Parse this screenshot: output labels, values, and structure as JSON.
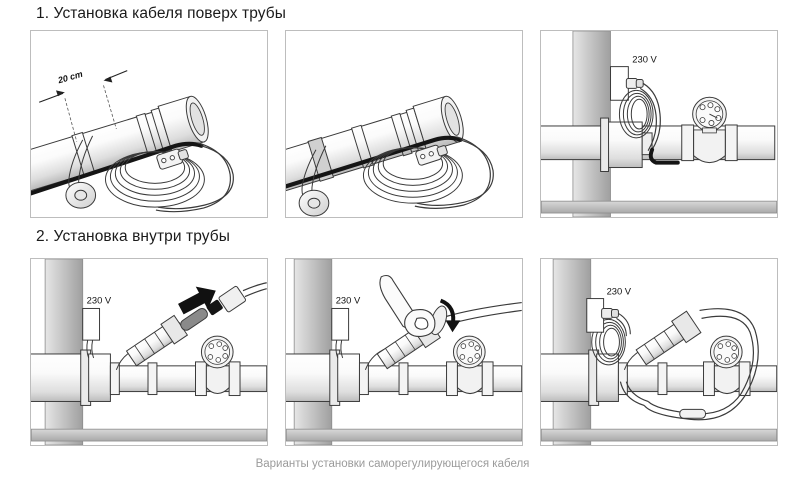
{
  "document": {
    "caption": "Варианты установки саморегулирующегося кабеля"
  },
  "sections": [
    {
      "id": "section-1",
      "heading": "1. Установка кабеля поверх трубы",
      "panels": [
        {
          "id": "panel-1",
          "name": "pipe-with-cable-20cm",
          "labels": {
            "dimension": "20 cm"
          }
        },
        {
          "id": "panel-2",
          "name": "pipe-with-cable-taped",
          "labels": {}
        },
        {
          "id": "panel-3",
          "name": "pipe-junction-cable-coiled",
          "labels": {
            "voltage": "230 V"
          }
        }
      ]
    },
    {
      "id": "section-2",
      "heading": "2. Установка внутри трубы",
      "panels": [
        {
          "id": "panel-4",
          "name": "insert-cable-into-gland",
          "labels": {
            "voltage": "230 V"
          }
        },
        {
          "id": "panel-5",
          "name": "tighten-gland-with-wrench",
          "labels": {
            "voltage": "230 V"
          }
        },
        {
          "id": "panel-6",
          "name": "finished-installation-plugged",
          "labels": {
            "voltage": "230 V"
          }
        }
      ]
    }
  ],
  "colors": {
    "panel_border": "#bdbdbd",
    "line": "#3a3a3a",
    "cable_black": "#151515",
    "metal_light": "#f4f4f4",
    "metal_mid": "#d9d9d9",
    "metal_dark": "#a8a8a8",
    "wall_gray": "#bcbcbc",
    "caption_gray": "#9b9b9b",
    "heading_black": "#1b1b1b"
  }
}
